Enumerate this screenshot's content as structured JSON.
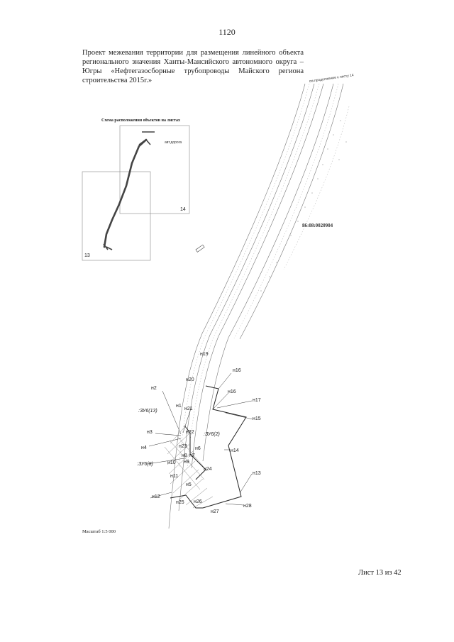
{
  "page": {
    "number": "1120"
  },
  "title": "Проект межевания территории для размещения линейного объекта регионального значения Ханты-Мансийского автономного округа – Югры «Нефтегазосборные трубопроводы Майского региона строительства 2015г.»",
  "inset": {
    "title": "Схема расположения объектов на листах",
    "sheet_13": "13",
    "sheet_14": "14",
    "road_label": "авт.дорога"
  },
  "map": {
    "edge_note": "см.продолжение к листу 14",
    "cadastral": "86:08:0020904",
    "points": {
      "n1": "н1",
      "n2": "н2",
      "n3": "н3",
      "n4": "н4",
      "n5": "н5",
      "n6": "н6",
      "n7": "н7",
      "n8": "н8",
      "n9": "н9",
      "n10": "н10",
      "n11": "н11",
      "n12": "н12",
      "n13": "н13",
      "n14": "н14",
      "n15": "н15",
      "n16a": "н16",
      "n16b": "н16",
      "n17": "н17",
      "n19": "н19",
      "n20": "н20",
      "n21": "н21",
      "n22": "н22",
      "n23": "н23",
      "n24": "н24",
      "n25": "н25",
      "n26": "н26",
      "n27": "н27",
      "n28": "н28"
    },
    "zones": {
      "zu13": ":ЗУ6(13)",
      "zu2": ":ЗУ6(2)",
      "zu8": ":ЗУ6(8)"
    }
  },
  "scale": "Масштаб 1:5 000",
  "sheet": "Лист 13 из 42"
}
